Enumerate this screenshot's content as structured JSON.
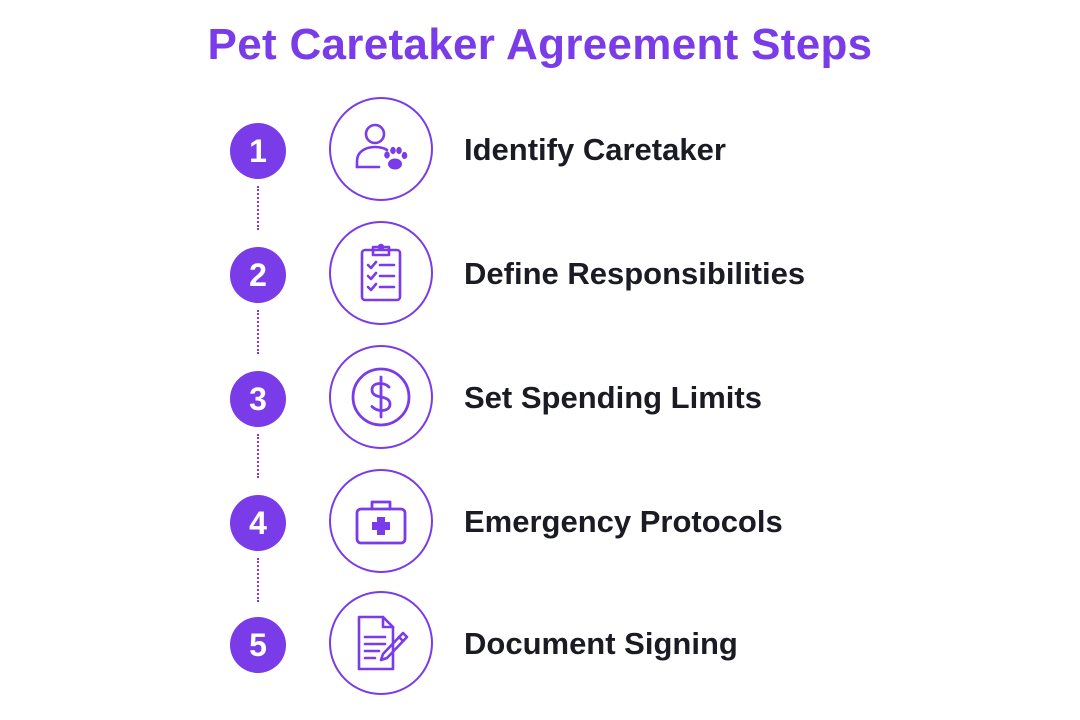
{
  "title": "Pet Caretaker Agreement Steps",
  "colors": {
    "accent": "#7A3BE8",
    "text": "#1B1B24",
    "background": "#FFFFFF"
  },
  "steps": [
    {
      "number": "1",
      "label": "Identify Caretaker",
      "icon": "person-with-paw-icon"
    },
    {
      "number": "2",
      "label": "Define Responsibilities",
      "icon": "clipboard-checklist-icon"
    },
    {
      "number": "3",
      "label": "Set Spending Limits",
      "icon": "dollar-coin-icon"
    },
    {
      "number": "4",
      "label": "Emergency Protocols",
      "icon": "first-aid-kit-icon"
    },
    {
      "number": "5",
      "label": "Document Signing",
      "icon": "document-pen-icon"
    }
  ]
}
